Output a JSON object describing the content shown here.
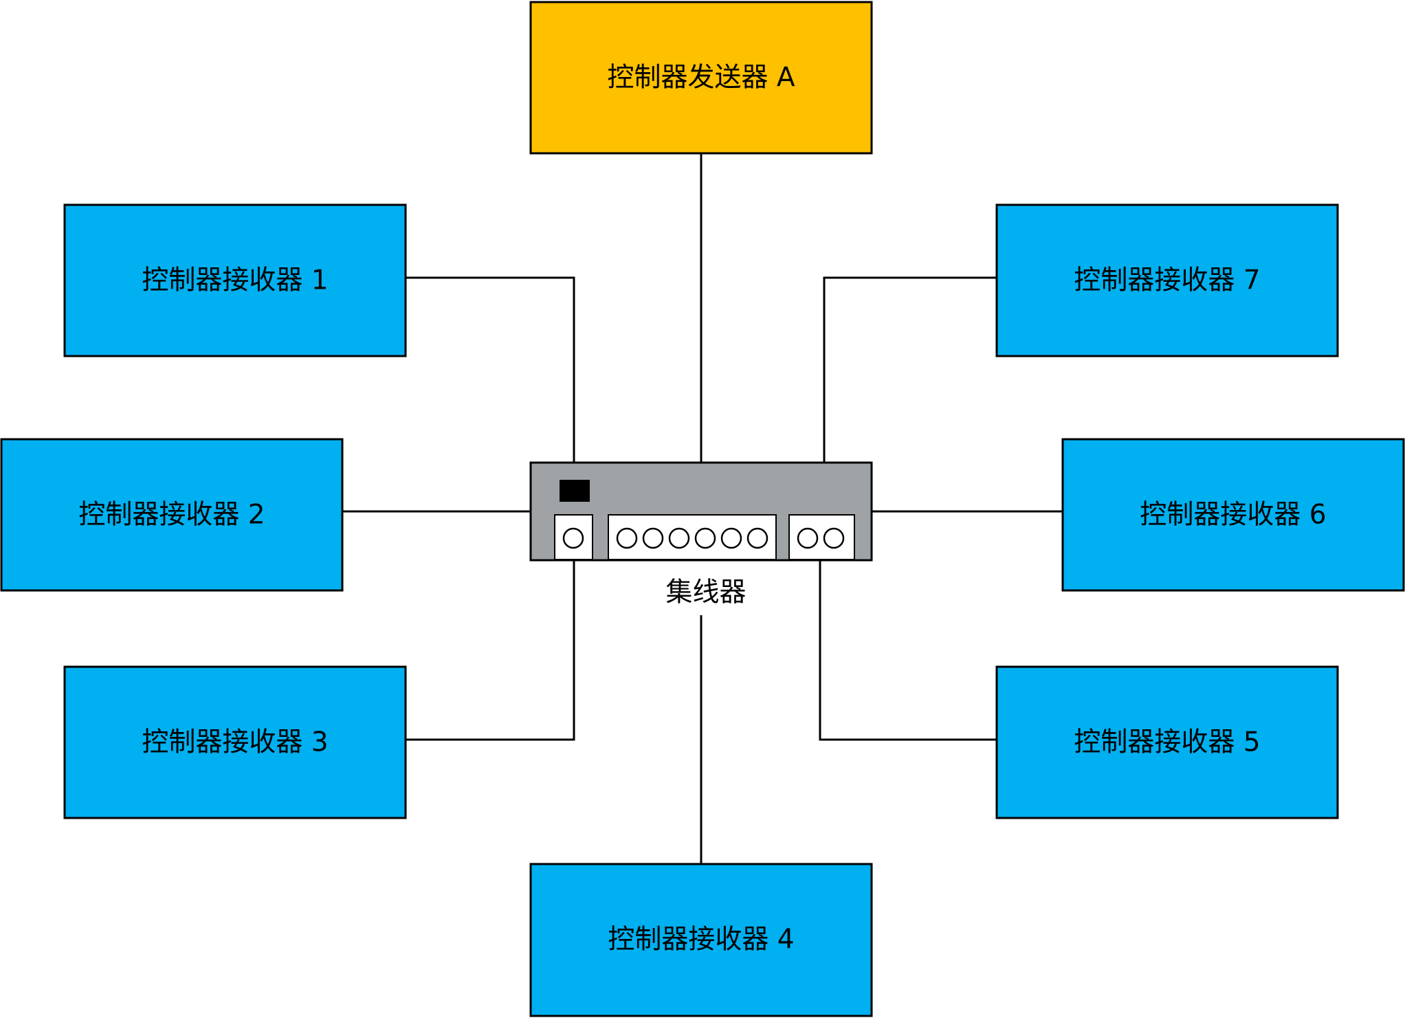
{
  "colors": {
    "sender_fill": "#FFC000",
    "receiver_fill": "#00B0F0",
    "hub_fill": "#A0A3A6",
    "port_fill": "#FFFFFF",
    "indicator_fill": "#000000",
    "line": "#000000"
  },
  "sender": {
    "label": "控制器发送器 A"
  },
  "receivers": [
    {
      "id": "r1",
      "label": "控制器接收器 1"
    },
    {
      "id": "r2",
      "label": "控制器接收器 2"
    },
    {
      "id": "r3",
      "label": "控制器接收器 3"
    },
    {
      "id": "r4",
      "label": "控制器接收器 4"
    },
    {
      "id": "r5",
      "label": "控制器接收器 5"
    },
    {
      "id": "r6",
      "label": "控制器接收器 6"
    },
    {
      "id": "r7",
      "label": "控制器接收器 7"
    }
  ],
  "hub": {
    "label": "集线器",
    "port_groups": [
      1,
      6,
      2
    ]
  }
}
